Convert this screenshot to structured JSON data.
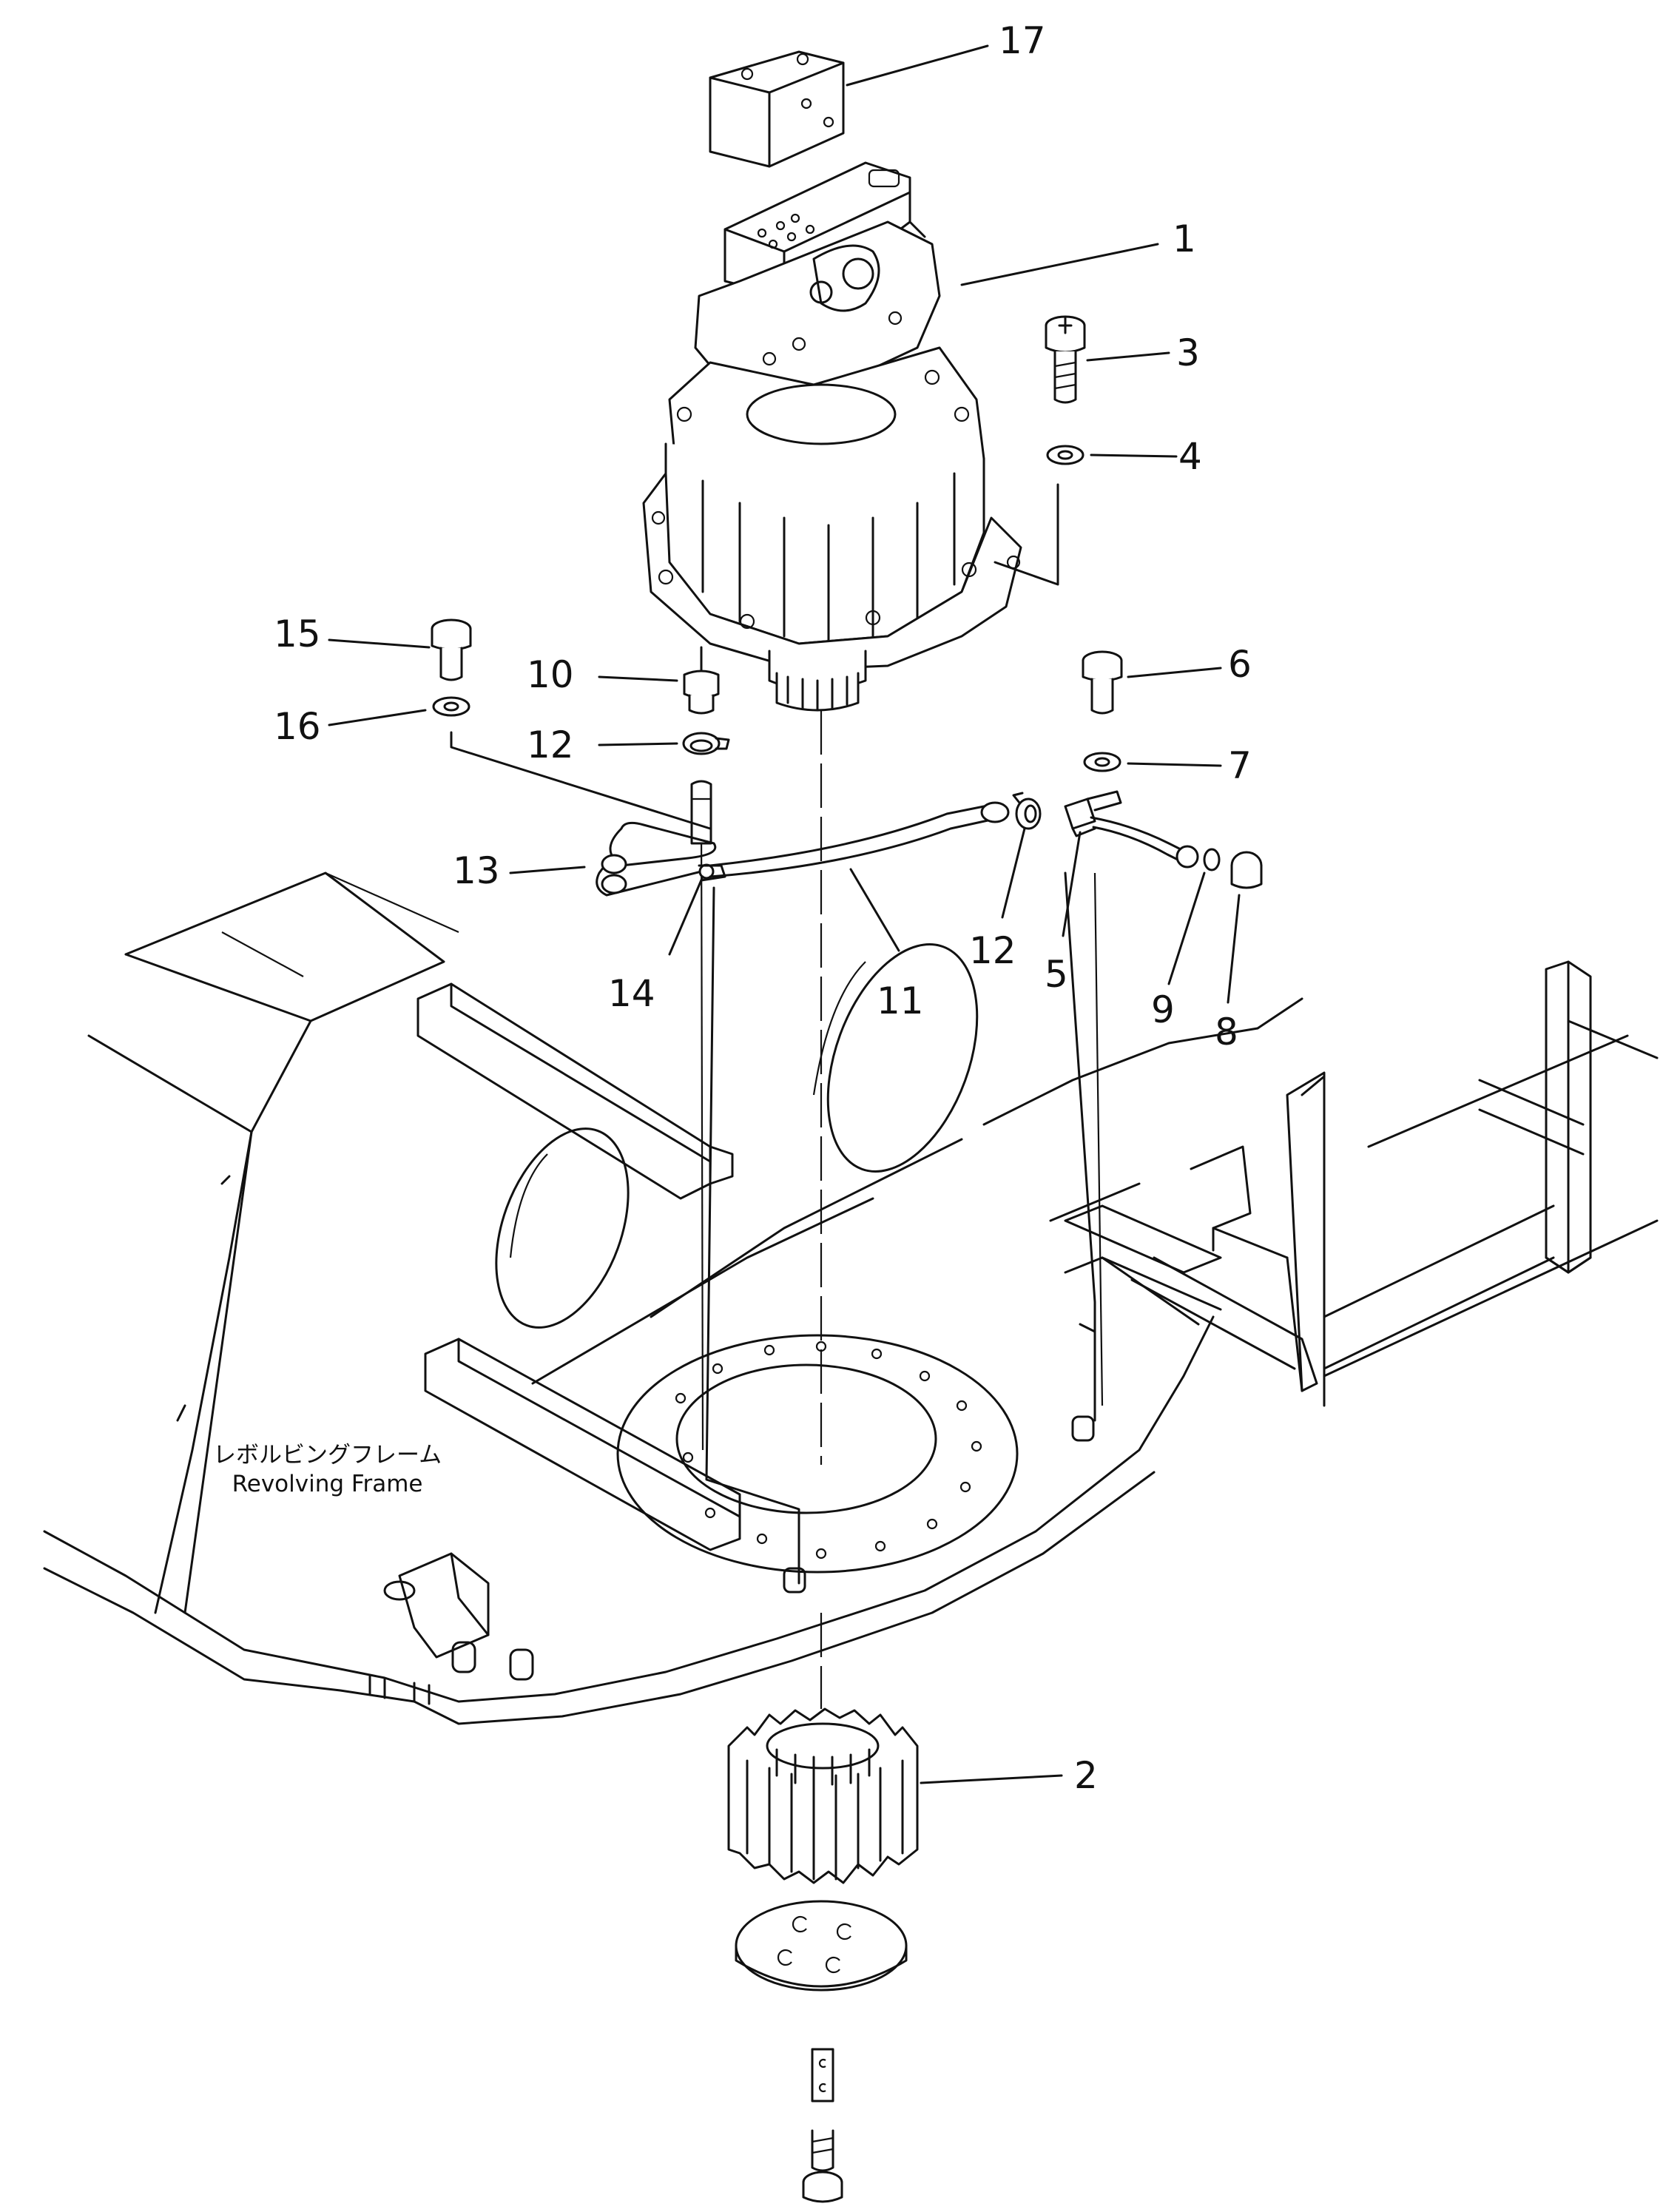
{
  "diagram": {
    "callouts": {
      "c1": "1",
      "c2": "2",
      "c3": "3",
      "c4": "4",
      "c5": "5",
      "c6": "6",
      "c7": "7",
      "c8": "8",
      "c9": "9",
      "c10": "10",
      "c11": "11",
      "c12a": "12",
      "c12b": "12",
      "c13": "13",
      "c14": "14",
      "c15": "15",
      "c16": "16",
      "c17": "17"
    },
    "frame_label": {
      "japanese": "レボルビングフレーム",
      "english": "Revolving Frame"
    }
  }
}
